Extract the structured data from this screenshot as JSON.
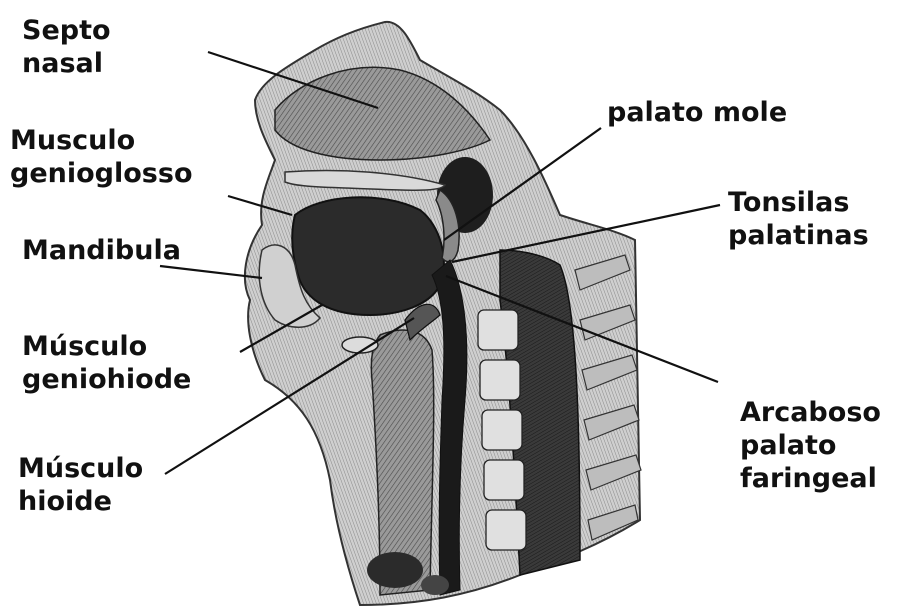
{
  "figure": {
    "colors": {
      "ink": "#111111",
      "tissue_dark": "#2b2b2b",
      "tissue_mid": "#6e6e6e",
      "tissue_light": "#bdbdbd",
      "bone": "#d9d9d9",
      "background": "#ffffff"
    }
  },
  "labels": {
    "septo_nasal": [
      "Septo",
      "nasal"
    ],
    "musculo_genioglosso": [
      "Musculo",
      "genioglosso"
    ],
    "mandibula": [
      "Mandibula"
    ],
    "musculo_geniohiode": [
      "Músculo",
      "geniohiode"
    ],
    "musculo_hioide": [
      "Músculo",
      "hioide"
    ],
    "palato_mole": [
      "palato mole"
    ],
    "tonsilas_palatinas": [
      "Tonsilas",
      "palatinas"
    ],
    "arcaboso_palato_faringeal": [
      "Arcaboso",
      "palato",
      "faringeal"
    ]
  }
}
